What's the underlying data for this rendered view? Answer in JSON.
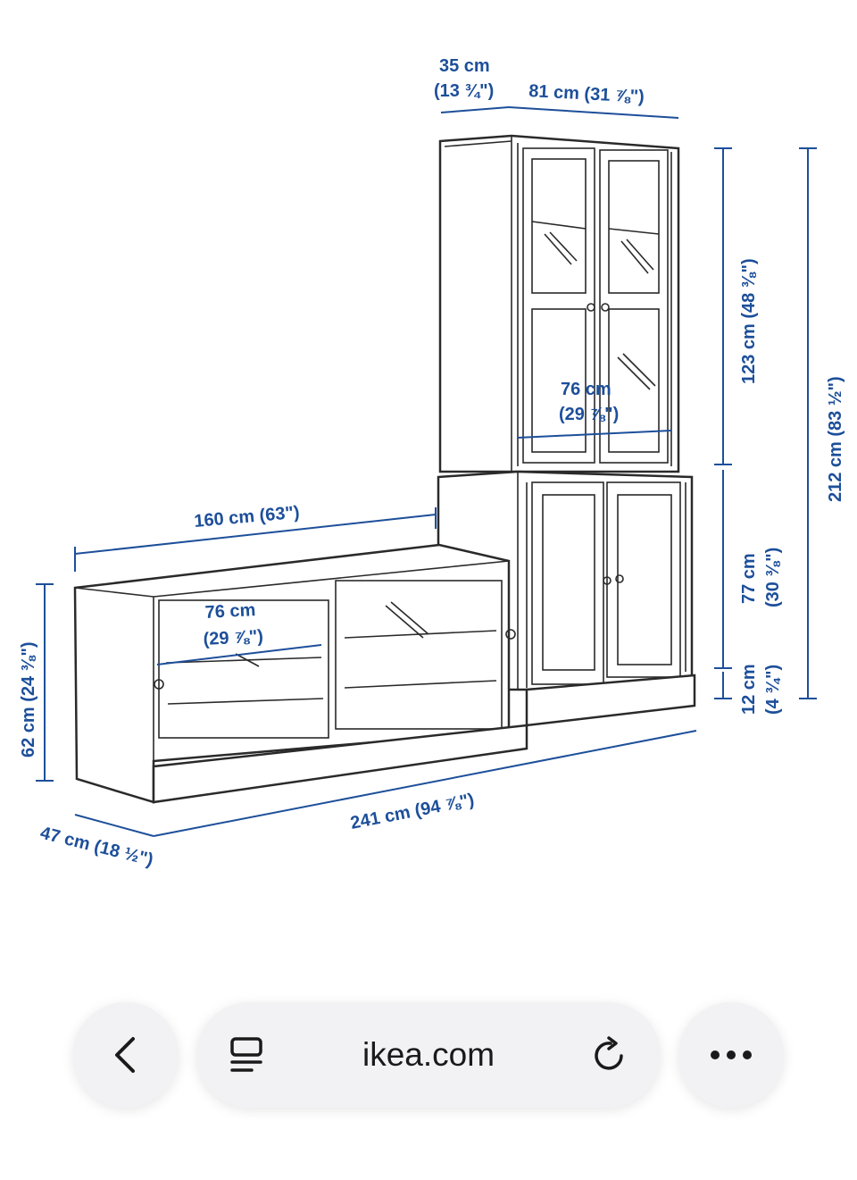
{
  "diagram": {
    "labels": {
      "depth_top": "35 cm",
      "depth_top_in": "(13 ¾\")",
      "width_top": "81 cm (31 ⅞\")",
      "height_upper": "123 cm (48 ⅜\")",
      "height_total": "212 cm (83 ½\")",
      "inner_top_cm": "76 cm",
      "inner_top_in": "(29 ⅞\")",
      "width_left": "160 cm (63\")",
      "height_mid_cm": "77 cm",
      "height_mid_in": "(30 ⅜\")",
      "height_plinth_cm": "12 cm",
      "height_plinth_in": "(4 ¾\")",
      "inner_left_cm": "76 cm",
      "inner_left_in": "(29 ⅞\")",
      "height_left": "62 cm (24 ⅜\")",
      "width_total": "241 cm (94 ⅞\")",
      "depth_left": "47 cm (18 ½\")"
    },
    "dimension_color": "#1d4f9a"
  },
  "browser": {
    "url": "ikea.com",
    "back_icon": "chevron-left-icon",
    "reader_icon": "reader-mode-icon",
    "reload_icon": "reload-icon",
    "more_icon": "more-horizontal-icon"
  }
}
